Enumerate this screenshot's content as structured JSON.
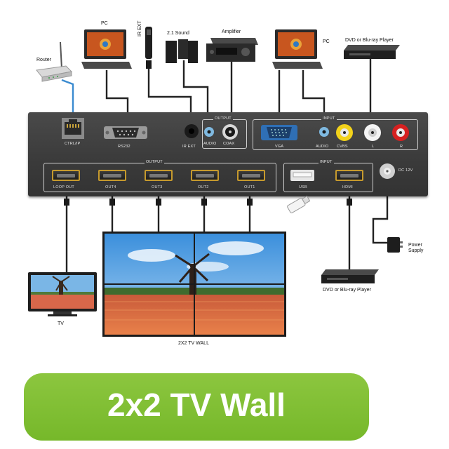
{
  "labels": {
    "router": "Router",
    "pc_left": "PC",
    "ir_ext": "IR EXT",
    "sound": "2.1 Sound",
    "amplifier": "Amplifier",
    "pc_right": "PC",
    "dvd_top": "DVD or Blu-ray Player",
    "dvd_bottom": "DVD or Blu-ray Player",
    "power_supply": "Power Supply",
    "tv": "TV",
    "wall": "2X2 TV WALL"
  },
  "panel": {
    "ctrl_ip": "CTRL/IP",
    "rs232": "RS232",
    "ir_ext": "IR EXT",
    "output_top": "OUTPUT",
    "audio_out": "AUDIO",
    "coax": "COAX",
    "input_top": "INPUT",
    "vga": "VGA",
    "audio_in": "AUDIO",
    "cvbs": "CVBS",
    "l": "L",
    "r": "R",
    "output_bottom": "OUTPUT",
    "loop_out": "LOOP OUT",
    "out4": "OUT4",
    "out3": "OUT3",
    "out2": "OUT2",
    "out1": "OUT1",
    "input_bottom": "INPUT",
    "usb": "USB",
    "hdmi": "HDMI",
    "dc": "DC 12V"
  },
  "banner": {
    "text": "2x2 TV Wall"
  },
  "colors": {
    "banner": "#7dbd33",
    "hdmi_port": "#c69a2d",
    "panel": "#3f3f3f"
  }
}
